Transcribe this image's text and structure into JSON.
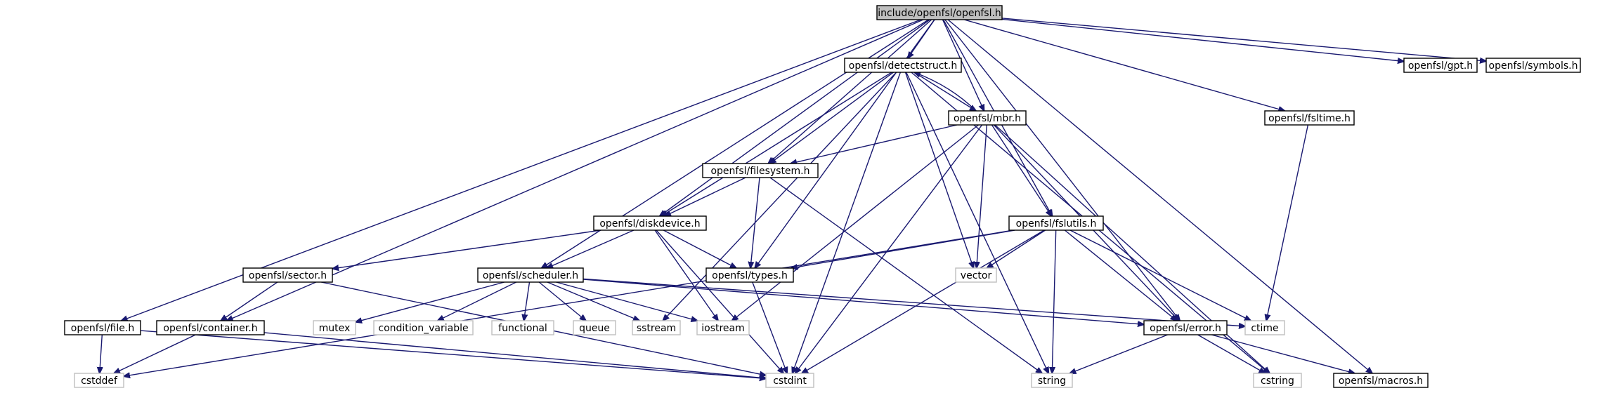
{
  "graph_title": "include/openfsl/openfsl.h",
  "nodes": [
    {
      "id": "openfsl_h",
      "label": "include/openfsl/openfsl.h",
      "kind": "main"
    },
    {
      "id": "detectstruct",
      "label": "openfsl/detectstruct.h",
      "kind": "local"
    },
    {
      "id": "gpt",
      "label": "openfsl/gpt.h",
      "kind": "local"
    },
    {
      "id": "symbols",
      "label": "openfsl/symbols.h",
      "kind": "local"
    },
    {
      "id": "mbr",
      "label": "openfsl/mbr.h",
      "kind": "local"
    },
    {
      "id": "fsltime",
      "label": "openfsl/fsltime.h",
      "kind": "local"
    },
    {
      "id": "filesystem",
      "label": "openfsl/filesystem.h",
      "kind": "local"
    },
    {
      "id": "diskdevice",
      "label": "openfsl/diskdevice.h",
      "kind": "local"
    },
    {
      "id": "fslutils",
      "label": "openfsl/fslutils.h",
      "kind": "local"
    },
    {
      "id": "sector",
      "label": "openfsl/sector.h",
      "kind": "local"
    },
    {
      "id": "scheduler",
      "label": "openfsl/scheduler.h",
      "kind": "local"
    },
    {
      "id": "types",
      "label": "openfsl/types.h",
      "kind": "local"
    },
    {
      "id": "vector",
      "label": "vector",
      "kind": "system"
    },
    {
      "id": "file",
      "label": "openfsl/file.h",
      "kind": "local"
    },
    {
      "id": "container",
      "label": "openfsl/container.h",
      "kind": "local"
    },
    {
      "id": "mutex",
      "label": "mutex",
      "kind": "system"
    },
    {
      "id": "condvar",
      "label": "condition_variable",
      "kind": "system"
    },
    {
      "id": "functional",
      "label": "functional",
      "kind": "system"
    },
    {
      "id": "queue",
      "label": "queue",
      "kind": "system"
    },
    {
      "id": "sstream",
      "label": "sstream",
      "kind": "system"
    },
    {
      "id": "iostream",
      "label": "iostream",
      "kind": "system"
    },
    {
      "id": "error",
      "label": "openfsl/error.h",
      "kind": "local"
    },
    {
      "id": "ctime",
      "label": "ctime",
      "kind": "system"
    },
    {
      "id": "cstddef",
      "label": "cstddef",
      "kind": "system"
    },
    {
      "id": "cstdint",
      "label": "cstdint",
      "kind": "system"
    },
    {
      "id": "string",
      "label": "string",
      "kind": "system"
    },
    {
      "id": "cstring",
      "label": "cstring",
      "kind": "system"
    },
    {
      "id": "macros",
      "label": "openfsl/macros.h",
      "kind": "local"
    }
  ],
  "edges": [
    [
      "openfsl_h",
      "detectstruct"
    ],
    [
      "openfsl_h",
      "gpt"
    ],
    [
      "openfsl_h",
      "symbols"
    ],
    [
      "openfsl_h",
      "mbr"
    ],
    [
      "openfsl_h",
      "fsltime"
    ],
    [
      "openfsl_h",
      "filesystem"
    ],
    [
      "openfsl_h",
      "diskdevice"
    ],
    [
      "openfsl_h",
      "fslutils"
    ],
    [
      "openfsl_h",
      "scheduler"
    ],
    [
      "openfsl_h",
      "types"
    ],
    [
      "openfsl_h",
      "file"
    ],
    [
      "openfsl_h",
      "container"
    ],
    [
      "openfsl_h",
      "error"
    ],
    [
      "openfsl_h",
      "macros"
    ],
    [
      "detectstruct",
      "mbr"
    ],
    [
      "mbr",
      "detectstruct"
    ],
    [
      "detectstruct",
      "filesystem"
    ],
    [
      "detectstruct",
      "diskdevice"
    ],
    [
      "detectstruct",
      "vector"
    ],
    [
      "detectstruct",
      "sstream"
    ],
    [
      "detectstruct",
      "cstdint"
    ],
    [
      "detectstruct",
      "string"
    ],
    [
      "detectstruct",
      "cstring"
    ],
    [
      "mbr",
      "filesystem"
    ],
    [
      "mbr",
      "fslutils"
    ],
    [
      "mbr",
      "vector"
    ],
    [
      "mbr",
      "iostream"
    ],
    [
      "mbr",
      "cstdint"
    ],
    [
      "mbr",
      "error"
    ],
    [
      "mbr",
      "cstring"
    ],
    [
      "fsltime",
      "ctime"
    ],
    [
      "filesystem",
      "diskdevice"
    ],
    [
      "filesystem",
      "types"
    ],
    [
      "filesystem",
      "string"
    ],
    [
      "diskdevice",
      "sector"
    ],
    [
      "diskdevice",
      "scheduler"
    ],
    [
      "diskdevice",
      "types"
    ],
    [
      "diskdevice",
      "iostream"
    ],
    [
      "diskdevice",
      "cstdint"
    ],
    [
      "fslutils",
      "types"
    ],
    [
      "fslutils",
      "vector"
    ],
    [
      "fslutils",
      "cstddef"
    ],
    [
      "fslutils",
      "error"
    ],
    [
      "fslutils",
      "ctime"
    ],
    [
      "fslutils",
      "string"
    ],
    [
      "fslutils",
      "cstdint"
    ],
    [
      "sector",
      "container"
    ],
    [
      "sector",
      "cstdint"
    ],
    [
      "scheduler",
      "mutex"
    ],
    [
      "scheduler",
      "condvar"
    ],
    [
      "scheduler",
      "functional"
    ],
    [
      "scheduler",
      "queue"
    ],
    [
      "scheduler",
      "sstream"
    ],
    [
      "scheduler",
      "iostream"
    ],
    [
      "scheduler",
      "error"
    ],
    [
      "scheduler",
      "ctime"
    ],
    [
      "types",
      "cstdint"
    ],
    [
      "file",
      "cstddef"
    ],
    [
      "file",
      "cstdint"
    ],
    [
      "container",
      "cstddef"
    ],
    [
      "container",
      "cstdint"
    ],
    [
      "error",
      "string"
    ],
    [
      "error",
      "cstring"
    ],
    [
      "error",
      "macros"
    ]
  ]
}
